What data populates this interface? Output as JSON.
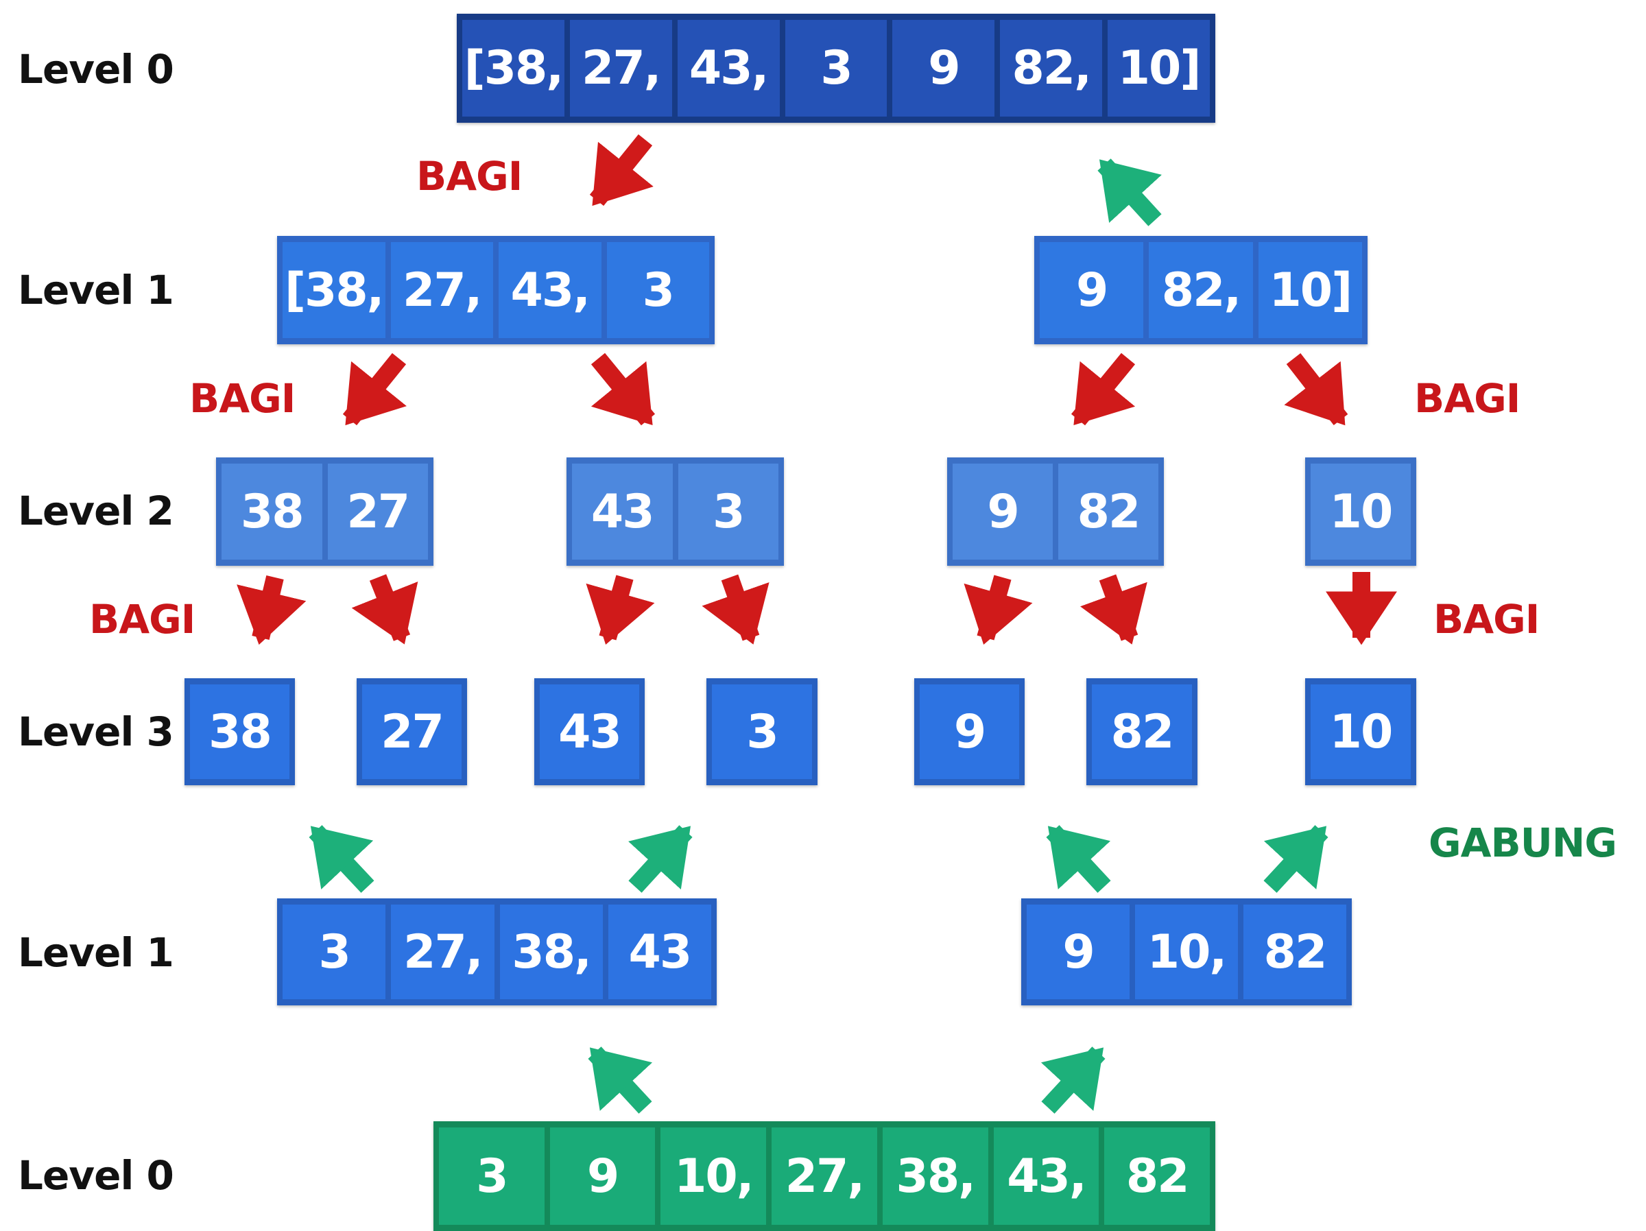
{
  "title": "Merge Sort diagram",
  "colors": {
    "divide_arrow": "#d01a1a",
    "merge_arrow": "#1db07a",
    "bagi_text": "#c8161a",
    "gabung_text": "#16864a",
    "level0_outer": "#173b86",
    "level0_cell": "#2552b6",
    "level1_cell": "#2f78e2",
    "level2_cell": "#4d88de",
    "level3_cell": "#2d73e2",
    "final_outer": "#148a5a",
    "final_cell": "#1aab78"
  },
  "level_labels": {
    "top_l0": "Level 0",
    "top_l1": "Level 1",
    "l2": "Level 2",
    "l3": "Level 3",
    "merge_l1": "Level 1",
    "bottom_l0": "Level 0"
  },
  "ops": {
    "bagi": "BAGI",
    "gabung": "GABUNG"
  },
  "divide": {
    "level0": [
      "[38,",
      "27,",
      "43,",
      "3",
      "9",
      "82,",
      "10]"
    ],
    "level1_left": [
      "[38,",
      "27,",
      "43,",
      "3"
    ],
    "level1_right": [
      "9",
      "82,",
      "10]"
    ],
    "level2": [
      [
        "38",
        "27"
      ],
      [
        "43",
        "3"
      ],
      [
        "9",
        "82"
      ],
      [
        "10"
      ]
    ],
    "level3": [
      "38",
      "27",
      "43",
      "3",
      "9",
      "82",
      "10"
    ]
  },
  "merge": {
    "level1_left": [
      "3",
      "27,",
      "38,",
      "43"
    ],
    "level1_right": [
      "9",
      "10,",
      "82"
    ],
    "level0": [
      "3",
      "9",
      "10,",
      "27,",
      "38,",
      "43,",
      "82"
    ]
  }
}
